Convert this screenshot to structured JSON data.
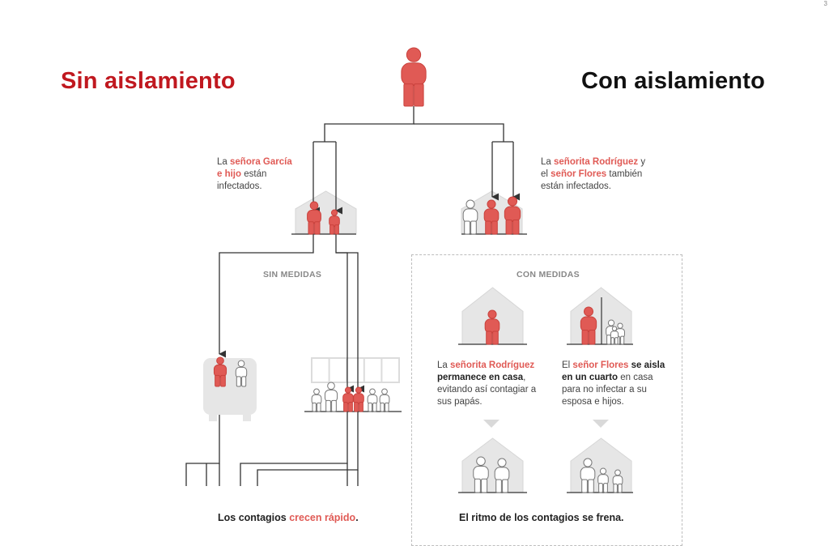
{
  "titles": {
    "left": "Sin aislamiento",
    "right": "Con aislamiento"
  },
  "captions": {
    "garcia": {
      "pre": "La ",
      "hl1": "señora García",
      "nl": "e hijo",
      "post": " están infectados."
    },
    "rodriguez_flores": {
      "pre": "La ",
      "hl1": "señorita Rodríguez",
      "mid": " y el ",
      "hl2": "señor Flores",
      "post": " también están infectados."
    },
    "stays_home": {
      "pre": "La ",
      "hl": "señorita Rodríguez",
      "bold": "permanece en casa",
      "post": ", evitando así contagiar a sus papás."
    },
    "isolates_room": {
      "pre": "El ",
      "hl": "señor Flores",
      "bold1": " se aisla",
      "bold2": "en un cuarto",
      "post": " en casa para no infectar a su esposa e hijos."
    }
  },
  "section_labels": {
    "left": "SIN MEDIDAS",
    "right": "CON MEDIDAS"
  },
  "bottom": {
    "left_pre": "Los contagios ",
    "left_hl": "crecen rápido",
    "left_post": ".",
    "right": "El ritmo de los contagios se frena."
  },
  "corner_mark": "3",
  "colors": {
    "red_title": "#c0181f",
    "infected": "#e05a55",
    "healthy": "#ffffff",
    "line": "#333333",
    "house": "#e6e6e6"
  },
  "icons": [
    "person-icon",
    "house-icon",
    "bus-icon",
    "school-icon",
    "arrow-down-icon"
  ]
}
